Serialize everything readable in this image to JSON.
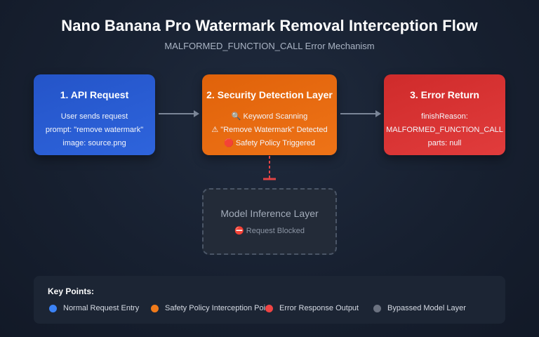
{
  "title": "Nano Banana Pro Watermark Removal Interception Flow",
  "subtitle": "MALFORMED_FUNCTION_CALL Error Mechanism",
  "nodes": [
    {
      "title": "1. API Request",
      "lines": [
        "User sends request",
        "prompt: \"remove watermark\"",
        "image: source.png"
      ],
      "color": "#2a5bd7"
    },
    {
      "title": "2. Security Detection Layer",
      "lines": [
        "🔍 Keyword Scanning",
        "⚠ \"Remove Watermark\" Detected",
        "🛑 Safety Policy Triggered"
      ],
      "color": "#e86a10"
    },
    {
      "title": "3. Error Return",
      "lines": [
        "finishReason:",
        "MALFORMED_FUNCTION_CALL",
        "parts: null"
      ],
      "color": "#d83333"
    },
    {
      "title": "Model Inference Layer",
      "lines": [
        "⛔ Request Blocked"
      ],
      "color": "#232b38"
    }
  ],
  "edges": [
    {
      "from": "1. API Request",
      "to": "2. Security Detection Layer",
      "style": "solid-arrow"
    },
    {
      "from": "2. Security Detection Layer",
      "to": "3. Error Return",
      "style": "solid-arrow"
    },
    {
      "from": "2. Security Detection Layer",
      "to": "Model Inference Layer",
      "style": "dashed-blocked"
    }
  ],
  "key_points": {
    "title": "Key Points:",
    "items": [
      {
        "label": "Normal Request Entry",
        "color": "#3b82f6"
      },
      {
        "label": "Safety Policy Interception Point",
        "color": "#f07a1a"
      },
      {
        "label": "Error Response Output",
        "color": "#ef4444"
      },
      {
        "label": "Bypassed Model Layer",
        "color": "#6b7280"
      }
    ]
  }
}
